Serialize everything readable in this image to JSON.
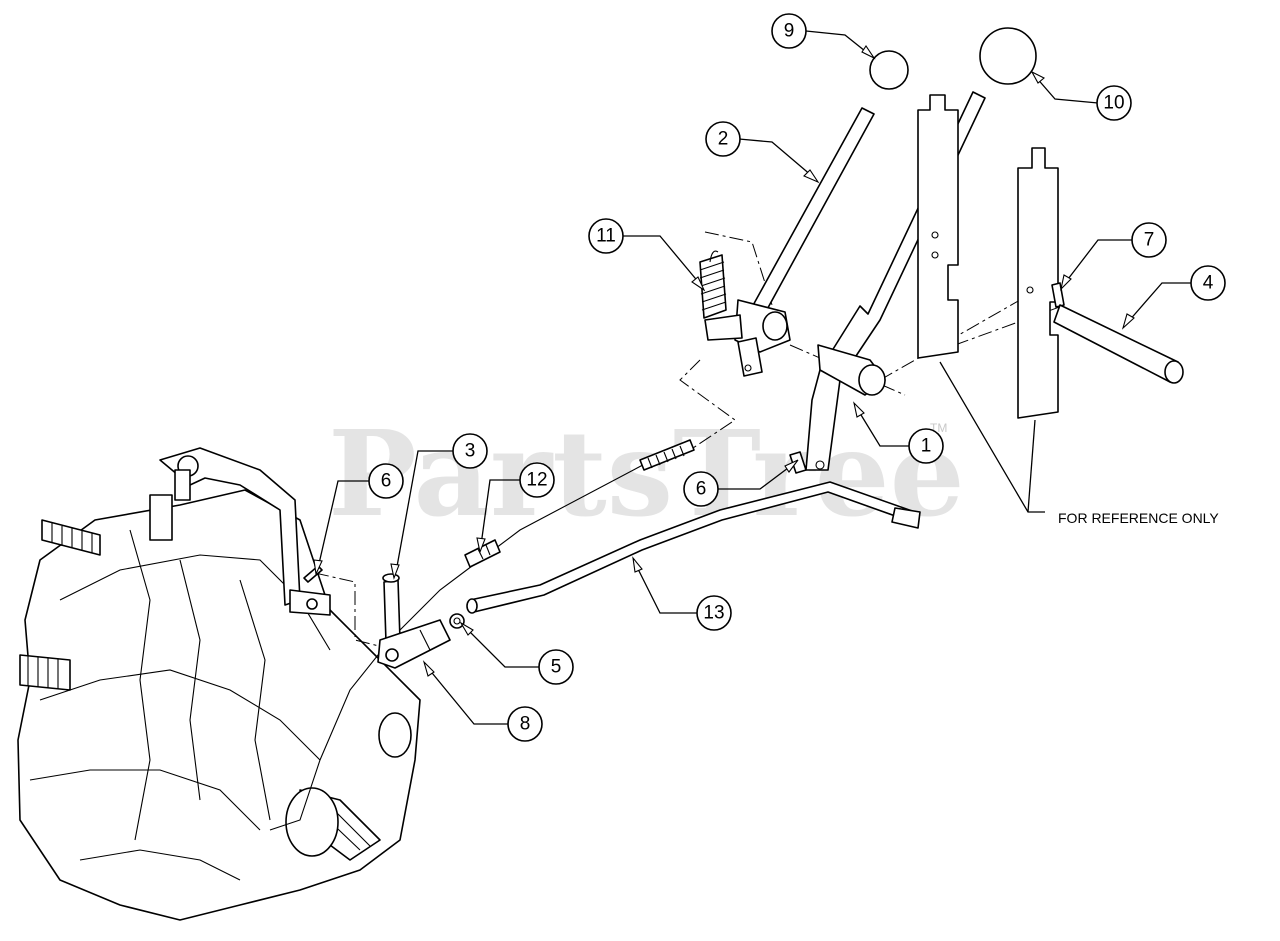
{
  "watermark": {
    "text": "PartsTree",
    "trademark": "TM"
  },
  "reference_note": "FOR REFERENCE ONLY",
  "callouts": {
    "c1": "1",
    "c2": "2",
    "c3": "3",
    "c4": "4",
    "c5": "5",
    "c6a": "6",
    "c6b": "6",
    "c7": "7",
    "c8": "8",
    "c9": "9",
    "c10": "10",
    "c11": "11",
    "c12": "12",
    "c13": "13"
  }
}
